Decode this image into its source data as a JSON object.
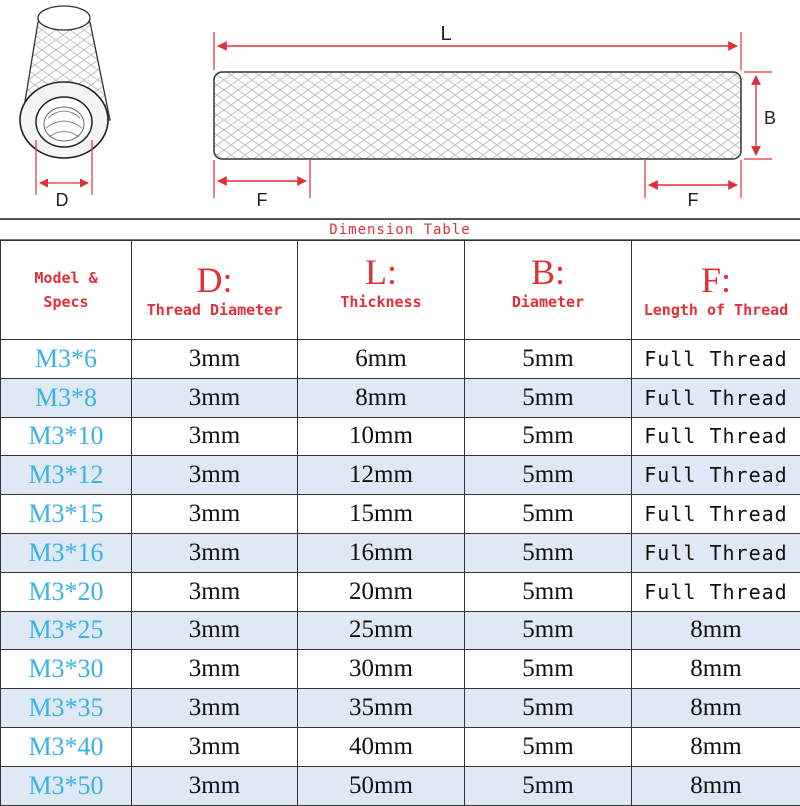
{
  "diagram": {
    "labels": {
      "D": "D",
      "L": "L",
      "B": "B",
      "F_left": "F",
      "F_right": "F"
    },
    "accent_color": "#e0303a"
  },
  "table": {
    "title": "Dimension Table",
    "headers": [
      {
        "letter": "",
        "text": "Model & Specs"
      },
      {
        "letter": "D:",
        "text": "Thread Diameter"
      },
      {
        "letter": "L:",
        "text": "Thickness"
      },
      {
        "letter": "B:",
        "text": "Diameter"
      },
      {
        "letter": "F:",
        "text": "Length of Thread"
      }
    ],
    "rows": [
      {
        "model": "M3*6",
        "d": "3mm",
        "l": "6mm",
        "b": "5mm",
        "f": "Full Thread"
      },
      {
        "model": "M3*8",
        "d": "3mm",
        "l": "8mm",
        "b": "5mm",
        "f": "Full Thread"
      },
      {
        "model": "M3*10",
        "d": "3mm",
        "l": "10mm",
        "b": "5mm",
        "f": "Full Thread"
      },
      {
        "model": "M3*12",
        "d": "3mm",
        "l": "12mm",
        "b": "5mm",
        "f": "Full Thread"
      },
      {
        "model": "M3*15",
        "d": "3mm",
        "l": "15mm",
        "b": "5mm",
        "f": "Full Thread"
      },
      {
        "model": "M3*16",
        "d": "3mm",
        "l": "16mm",
        "b": "5mm",
        "f": "Full Thread"
      },
      {
        "model": "M3*20",
        "d": "3mm",
        "l": "20mm",
        "b": "5mm",
        "f": "Full Thread"
      },
      {
        "model": "M3*25",
        "d": "3mm",
        "l": "25mm",
        "b": "5mm",
        "f": "8mm"
      },
      {
        "model": "M3*30",
        "d": "3mm",
        "l": "30mm",
        "b": "5mm",
        "f": "8mm"
      },
      {
        "model": "M3*35",
        "d": "3mm",
        "l": "35mm",
        "b": "5mm",
        "f": "8mm"
      },
      {
        "model": "M3*40",
        "d": "3mm",
        "l": "40mm",
        "b": "5mm",
        "f": "8mm"
      },
      {
        "model": "M3*50",
        "d": "3mm",
        "l": "50mm",
        "b": "5mm",
        "f": "8mm"
      }
    ],
    "colors": {
      "header_text": "#e0303a",
      "model_text": "#3ab2e6",
      "alt_row": "#dfe9f5"
    }
  }
}
